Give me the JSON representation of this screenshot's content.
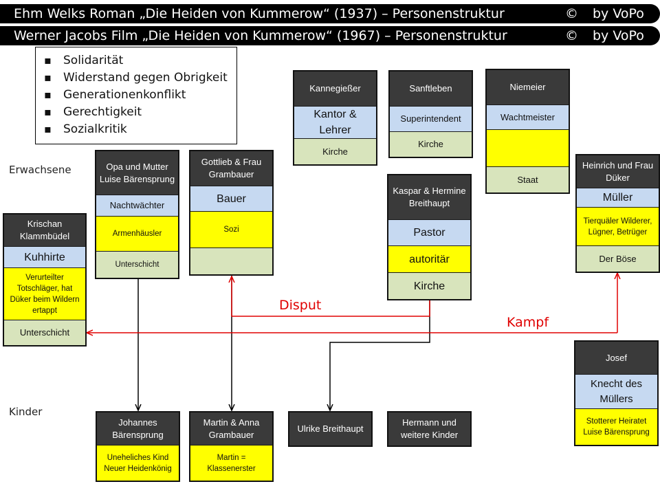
{
  "banners": [
    {
      "text": "Ehm Welks Roman „Die Heiden von Kummerow“ (1937) – Personenstruktur",
      "copyright": "©",
      "by": "by VoPo"
    },
    {
      "text": "Werner Jacobs Film „Die Heiden von Kummerow“ (1967) – Personenstruktur",
      "copyright": "©",
      "by": "by VoPo"
    }
  ],
  "topics": [
    "Solidarität",
    "Widerstand gegen Obrigkeit",
    "Generationenkonflikt",
    "Gerechtigkeit",
    "Sozialkritik"
  ],
  "sections": {
    "adults": "Erwachsene",
    "children": "Kinder"
  },
  "cards": {
    "kannegiesser": {
      "name": "Kannegießer",
      "role": "Kantor & Lehrer",
      "group": "Kirche"
    },
    "sanftleben": {
      "name": "Sanftleben",
      "role": "Superintendent",
      "group": "Kirche"
    },
    "niemeier": {
      "name": "Niemeier",
      "role": "Wachtmeister",
      "note": "",
      "group": "Staat"
    },
    "opa": {
      "name": "Opa und Mutter Luise Bärensprung",
      "role": "Nachtwächter",
      "note": "Armenhäusler",
      "group": "Unterschicht"
    },
    "grambauer": {
      "name": "Gottlieb & Frau Grambauer",
      "role": "Bauer",
      "note": "Sozi",
      "group": ""
    },
    "breithaupt": {
      "name": "Kaspar & Hermine Breithaupt",
      "role": "Pastor",
      "note": "autoritär",
      "group": "Kirche"
    },
    "dueker": {
      "name": "Heinrich und Frau Düker",
      "role": "Müller",
      "note": "Tierquäler Wilderer, Lügner, Betrüger",
      "group": "Der Böse"
    },
    "krischan": {
      "name": "Krischan Klammbüdel",
      "role": "Kuhhirte",
      "note": "Verurteilter Totschläger, hat Düker beim Wildern ertappt",
      "group": "Unterschicht"
    },
    "josef": {
      "name": "Josef",
      "role": "Knecht des Müllers",
      "note": "Stotterer Heiratet Luise Bärensprung"
    },
    "johannes": {
      "name": "Johannes Bärensprung",
      "note": "Uneheliches Kind Neuer Heidenkönig"
    },
    "martin": {
      "name": "Martin & Anna Grambauer",
      "note": "Martin = Klassenerster"
    },
    "ulrike": {
      "name": "Ulrike Breithaupt"
    },
    "hermann": {
      "name": "Hermann und weitere Kinder"
    }
  },
  "relations": {
    "disput": "Disput",
    "kampf": "Kampf"
  },
  "colors": {
    "header": "#3a3a3a",
    "role": "#c6d9f1",
    "note": "#ffff00",
    "group": "#d8e4bc",
    "relation": "#e00000"
  }
}
